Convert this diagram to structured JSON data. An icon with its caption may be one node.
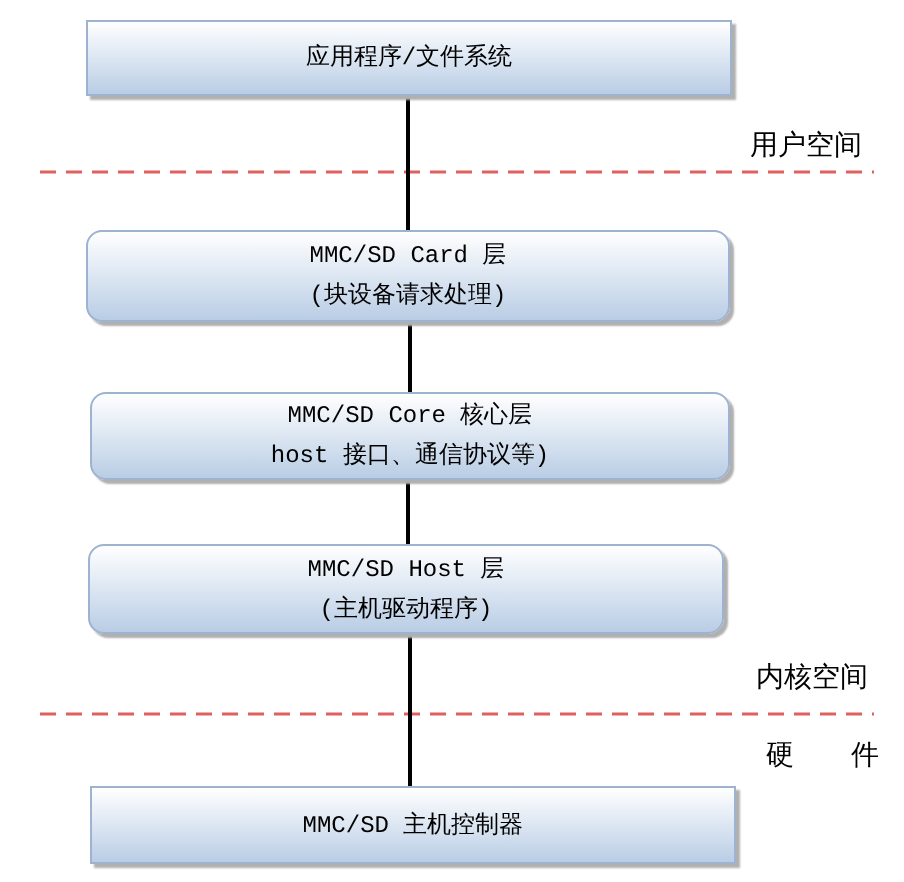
{
  "diagram": {
    "nodes": [
      {
        "text": [
          "应用程序/文件系统"
        ]
      },
      {
        "text": [
          "MMC/SD Card 层",
          "(块设备请求处理)"
        ]
      },
      {
        "text": [
          "MMC/SD Core 核心层",
          "host 接口、通信协议等)"
        ]
      },
      {
        "text": [
          "MMC/SD Host 层",
          "(主机驱动程序)"
        ]
      },
      {
        "text": [
          "MMC/SD 主机控制器"
        ]
      }
    ],
    "edges": [
      {
        "from": 0,
        "to": 1,
        "arrow": "none"
      },
      {
        "from": 1,
        "to": 2,
        "arrow": "none"
      },
      {
        "from": 2,
        "to": 3,
        "arrow": "none"
      },
      {
        "from": 3,
        "to": 4,
        "arrow": "none"
      }
    ],
    "labels": [
      "用户空间",
      "内核空间",
      "硬 件"
    ]
  }
}
